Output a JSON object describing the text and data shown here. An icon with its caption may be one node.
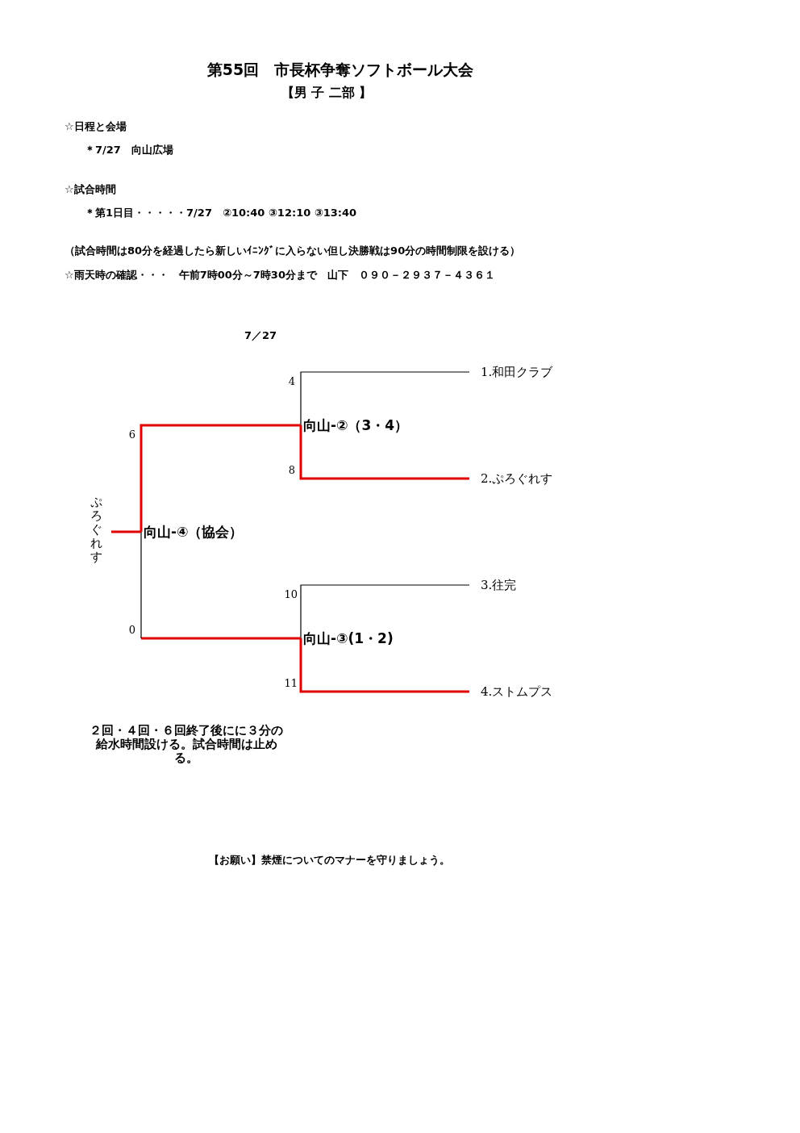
{
  "diagram": {
    "title": "第55回　市長杯争奪ソフトボール大会",
    "nodes": [
      {
        "text": [
          "1.和田クラブ"
        ]
      },
      {
        "text": [
          "2.ぷろぐれす"
        ]
      },
      {
        "text": [
          "3.往完"
        ]
      },
      {
        "text": [
          "4.ストムプス"
        ]
      },
      {
        "text": [
          "向山-②（3・4）"
        ]
      },
      {
        "text": [
          "向山-③(1・2)"
        ]
      },
      {
        "text": [
          "向山-④（協会）"
        ]
      },
      {
        "text": [
          "ぷろぐれす"
        ]
      }
    ],
    "edges": [
      {
        "from": 0,
        "to": 4,
        "arrow": "none",
        "label": "4",
        "color": "#000000"
      },
      {
        "from": 1,
        "to": 4,
        "arrow": "none",
        "label": "8"
      },
      {
        "from": 2,
        "to": 5,
        "arrow": "none",
        "label": "10",
        "color": "#000000"
      },
      {
        "from": 3,
        "to": 5,
        "arrow": "none",
        "label": "11"
      },
      {
        "from": 4,
        "to": 6,
        "arrow": "none",
        "label": "6"
      },
      {
        "from": 5,
        "to": 6,
        "arrow": "none",
        "label": "0"
      },
      {
        "from": 6,
        "to": 7,
        "arrow": "none"
      }
    ],
    "labels": [
      "【男 子 二部 】",
      "☆日程と会場",
      "＊7/27　向山広場",
      "☆試合時間",
      "＊第1日目・・・・・7/27　②10:40 ③12:10 ③13:40",
      "（試合時間は80分を経過したら新しいｲﾆﾝｸﾞに入らない但し決勝戦は90分の時間制限を設ける）",
      "☆雨天時の確認・・・　午前7時00分～7時30分まで　山下　０９０－２９３７－４３６１",
      "7／27",
      "２回・４回・６回終了後にに３分の給水時間設ける。試合時間は止める。",
      "【お願い】禁煙についてのマナーを守りましょう。"
    ]
  }
}
